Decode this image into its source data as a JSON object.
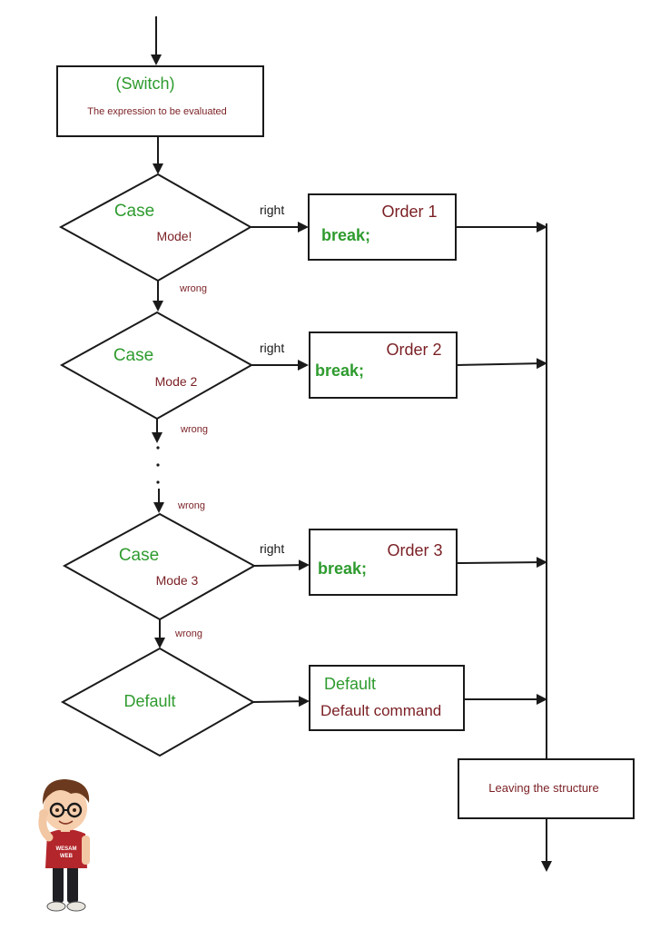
{
  "switch_box": {
    "title": "(Switch)",
    "subtitle": "The expression to be evaluated"
  },
  "cases": [
    {
      "keyword": "Case",
      "mode": "Mode!",
      "right_label": "right",
      "wrong_label": "wrong",
      "order": "Order 1",
      "break": "break;"
    },
    {
      "keyword": "Case",
      "mode": "Mode 2",
      "right_label": "right",
      "wrong_label": "wrong",
      "order": "Order 2",
      "break": "break;"
    },
    {
      "keyword": "Case",
      "mode": "Mode 3",
      "right_label": "right",
      "wrong_label": "wrong",
      "order": "Order 3",
      "break": "break;"
    }
  ],
  "between_wrong_label": "wrong",
  "default": {
    "diamond_label": "Default",
    "box_title": "Default",
    "box_command": "Default command"
  },
  "exit_box": {
    "label": "Leaving the structure"
  },
  "mascot": {
    "shirt_text_1": "WESAM",
    "shirt_text_2": "WEB"
  },
  "colors": {
    "keyword": "#2e9b2e",
    "value": "#7a1f24",
    "stroke": "#1a1a1a"
  }
}
